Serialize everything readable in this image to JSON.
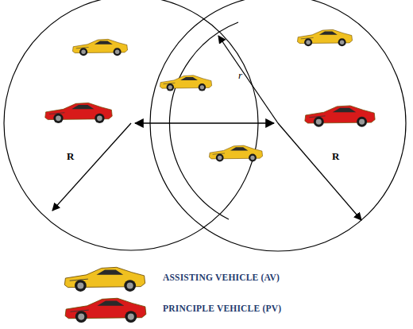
{
  "diagram": {
    "labels": [
      "R",
      "r",
      "R"
    ],
    "legend": [
      {
        "text": "ASSISTING VEHICLE (AV)"
      },
      {
        "text": "PRINCIPLE VEHICLE (PV)"
      }
    ]
  }
}
